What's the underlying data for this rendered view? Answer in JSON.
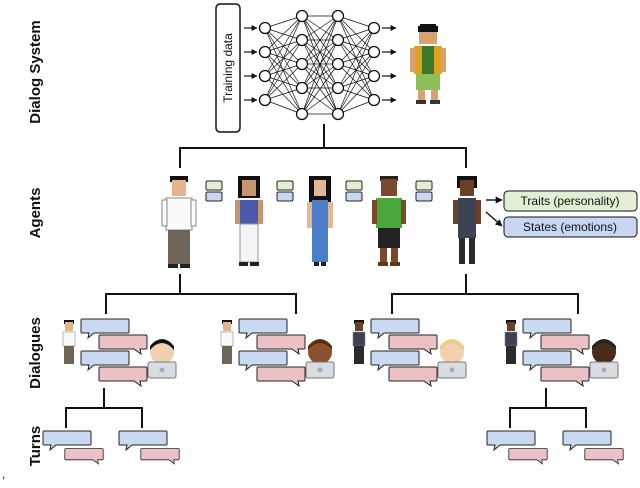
{
  "rows": {
    "dialog_system": "Dialog System",
    "agents": "Agents",
    "dialogues": "Dialogues",
    "turns": "Turns"
  },
  "training_data_label": "Training data",
  "traits_label": "Traits (personality)",
  "states_label": "States (emotions)",
  "colors": {
    "bubble_blue_fill": "#c9d9f2",
    "bubble_pink_fill": "#ecc1c6",
    "traits_fill": "#e2efd2",
    "states_fill": "#c8d6f2",
    "line": "#111111"
  },
  "icons": [
    "neural-network-icon",
    "avatar-icon",
    "laptop-icon",
    "speech-bubble-icon"
  ]
}
